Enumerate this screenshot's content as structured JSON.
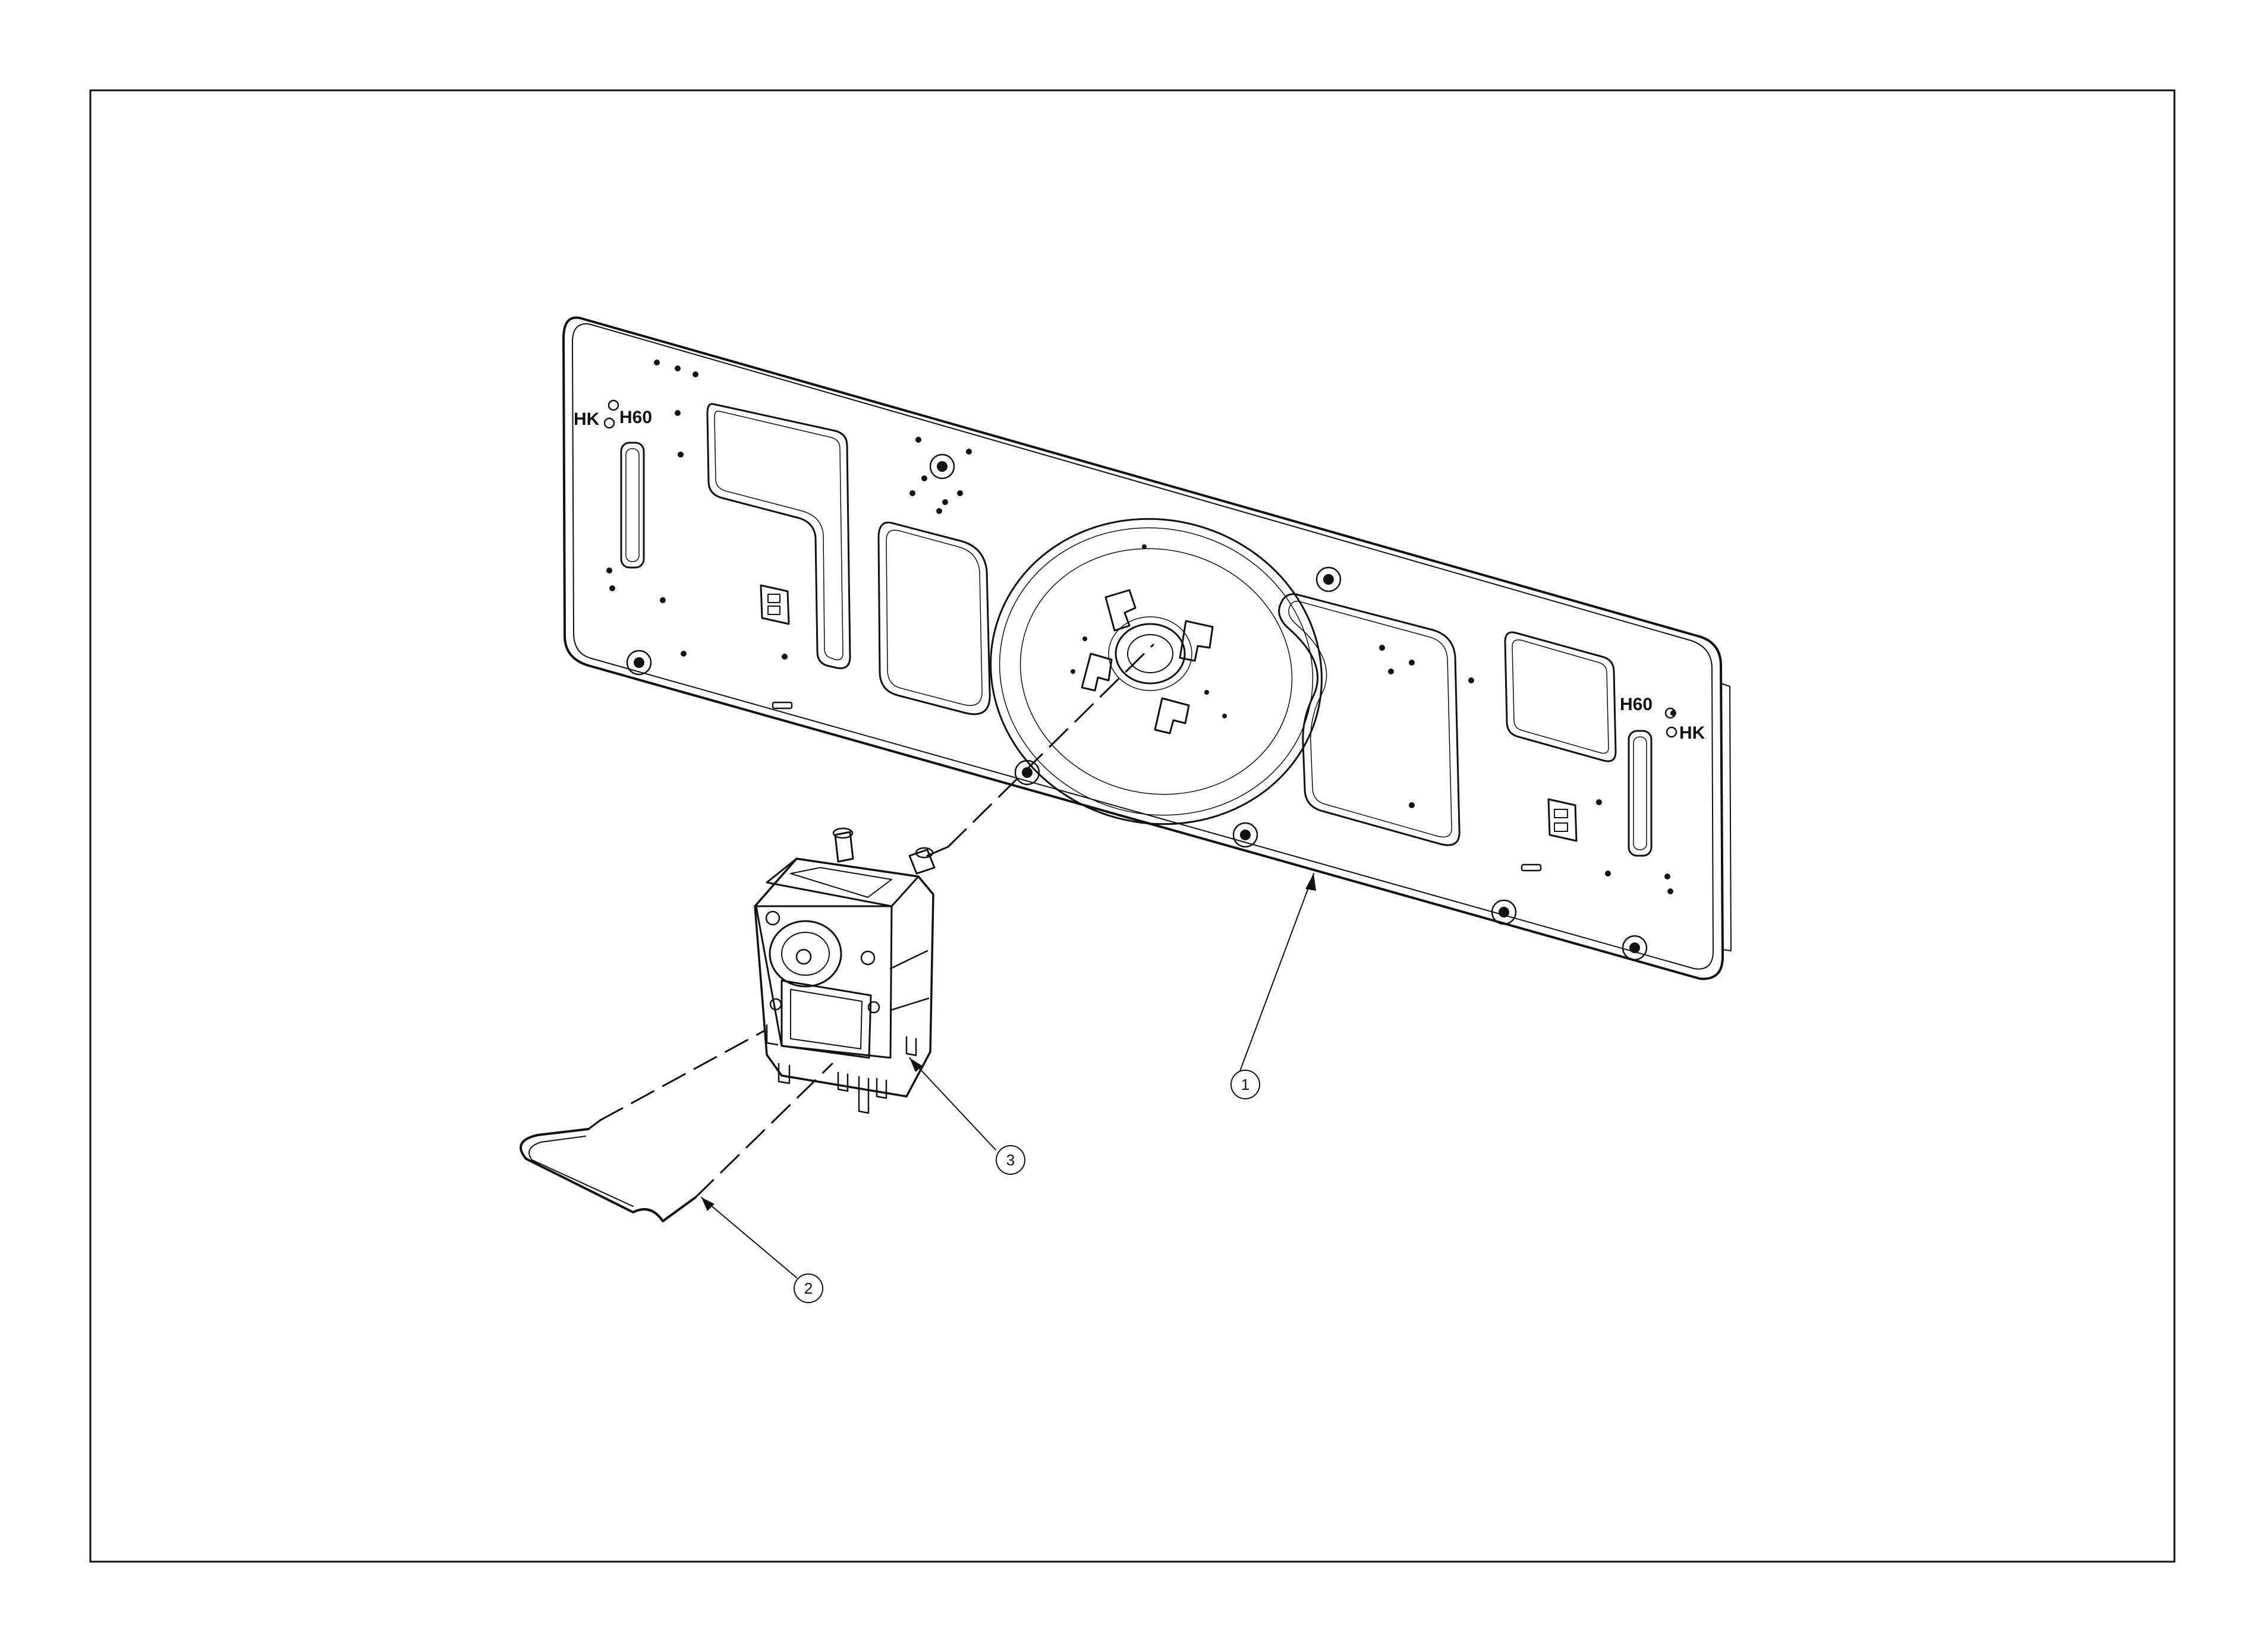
{
  "callouts": [
    {
      "id": "1",
      "label": "1"
    },
    {
      "id": "2",
      "label": "2"
    },
    {
      "id": "3",
      "label": "3"
    }
  ],
  "plate_markings": {
    "left_hk": "HK",
    "left_h60": "H60",
    "right_h60": "H60",
    "right_hk": "HK"
  },
  "parts": {
    "plate": "back-panel",
    "motor": "fan-motor",
    "wire": "wire-clip"
  },
  "colors": {
    "line": "#111111",
    "background": "#ffffff"
  }
}
